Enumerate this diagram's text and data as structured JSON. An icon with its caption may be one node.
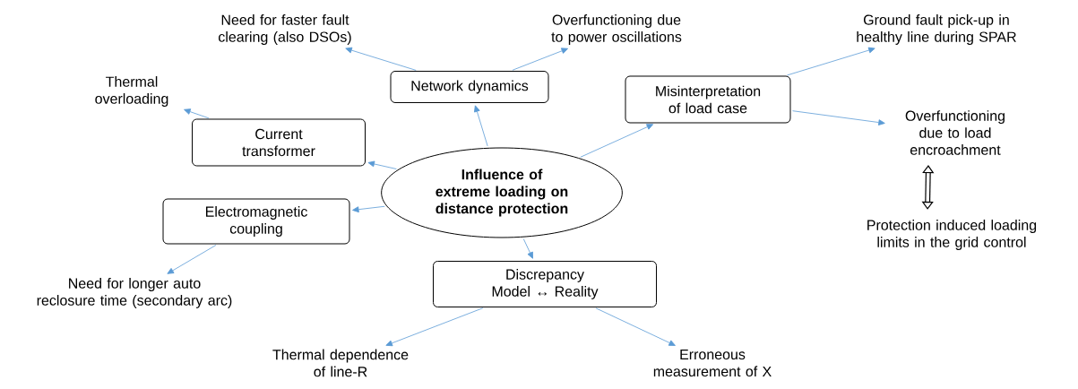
{
  "diagram": {
    "nodes": [
      {
        "text": [
          "Influence of extreme loading on distance protection"
        ]
      },
      {
        "text": [
          "Network dynamics"
        ]
      },
      {
        "text": [
          "Misinterpretation of load case"
        ]
      },
      {
        "text": [
          "Current transformer"
        ]
      },
      {
        "text": [
          "Electromagnetic coupling"
        ]
      },
      {
        "text": [
          "Discrepancy Model ↔ Reality"
        ]
      },
      {
        "text": [
          "Need for faster fault clearing (also DSOs)"
        ]
      },
      {
        "text": [
          "Overfunctioning due to power oscillations"
        ]
      },
      {
        "text": [
          "Ground fault pick-up in healthy line during SPAR"
        ]
      },
      {
        "text": [
          "Overfunctioning due to load encroachment"
        ]
      },
      {
        "text": [
          "Protection induced loading limits in the grid control"
        ]
      },
      {
        "text": [
          "Thermal overloading"
        ]
      },
      {
        "text": [
          "Need for longer auto reclosure time (secondary arc)"
        ]
      },
      {
        "text": [
          "Thermal dependence of line-R"
        ]
      },
      {
        "text": [
          "Erroneous measurement of X"
        ]
      }
    ],
    "edges": [
      {
        "from": 0,
        "to": 1,
        "arrow": "to"
      },
      {
        "from": 0,
        "to": 2,
        "arrow": "to"
      },
      {
        "from": 0,
        "to": 3,
        "arrow": "to"
      },
      {
        "from": 0,
        "to": 4,
        "arrow": "to"
      },
      {
        "from": 0,
        "to": 5,
        "arrow": "to"
      },
      {
        "from": 1,
        "to": 6,
        "arrow": "to"
      },
      {
        "from": 1,
        "to": 7,
        "arrow": "to"
      },
      {
        "from": 2,
        "to": 8,
        "arrow": "to"
      },
      {
        "from": 2,
        "to": 9,
        "arrow": "to"
      },
      {
        "from": 3,
        "to": 11,
        "arrow": "to"
      },
      {
        "from": 4,
        "to": 12,
        "arrow": "to"
      },
      {
        "from": 5,
        "to": 13,
        "arrow": "to"
      },
      {
        "from": 5,
        "to": 14,
        "arrow": "to"
      },
      {
        "from": 9,
        "to": 10,
        "arrow": "both",
        "style": "thick",
        "color": "#000000"
      }
    ]
  }
}
